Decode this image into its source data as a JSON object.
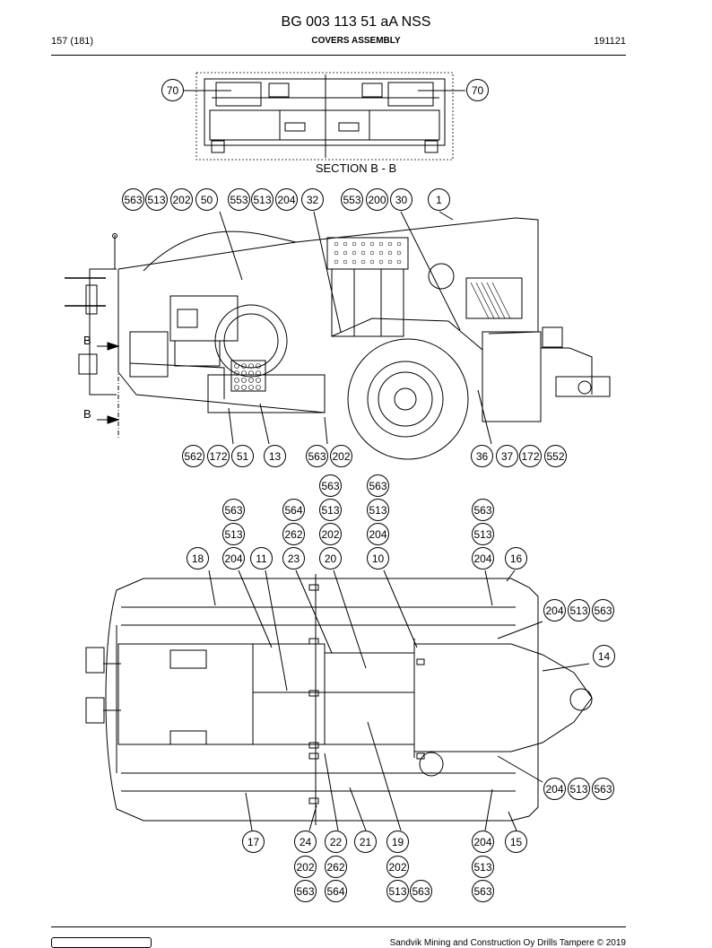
{
  "header": {
    "title": "BG 003 113 51 aA NSS",
    "page": "157 (181)",
    "section": "COVERS ASSEMBLY",
    "date": "191121"
  },
  "section_label": "SECTION B - B",
  "section_marks": [
    "B",
    "B"
  ],
  "callouts": {
    "sb_left": "70",
    "sb_right": "70",
    "side_top": [
      "563",
      "513",
      "202",
      "50",
      "553",
      "513",
      "204",
      "32",
      "553",
      "200",
      "30",
      "1"
    ],
    "side_bottom": [
      "562",
      "172",
      "51",
      "13",
      "563",
      "202",
      "36",
      "37",
      "172",
      "552"
    ],
    "plan_col_260": [
      "563",
      "513",
      "204"
    ],
    "plan_col_327": [
      "564",
      "262",
      "23"
    ],
    "plan_col_369": [
      "563",
      "513",
      "202",
      "20"
    ],
    "plan_col_422": [
      "563",
      "513",
      "204",
      "10"
    ],
    "plan_col_539": [
      "563",
      "513",
      "204"
    ],
    "plan_misc": [
      "18",
      "11",
      "16",
      "14",
      "17",
      "15"
    ],
    "plan_right_top": [
      "204",
      "513",
      "563"
    ],
    "plan_right_bot": [
      "204",
      "513",
      "563"
    ],
    "plan_bottom": [
      "24",
      "202",
      "563",
      "22",
      "262",
      "564",
      "21",
      "19",
      "202",
      "513",
      "563",
      "204",
      "513",
      "563"
    ]
  },
  "footer": {
    "copyright": "Sandvik Mining and Construction Oy Drills Tampere © 2019"
  }
}
